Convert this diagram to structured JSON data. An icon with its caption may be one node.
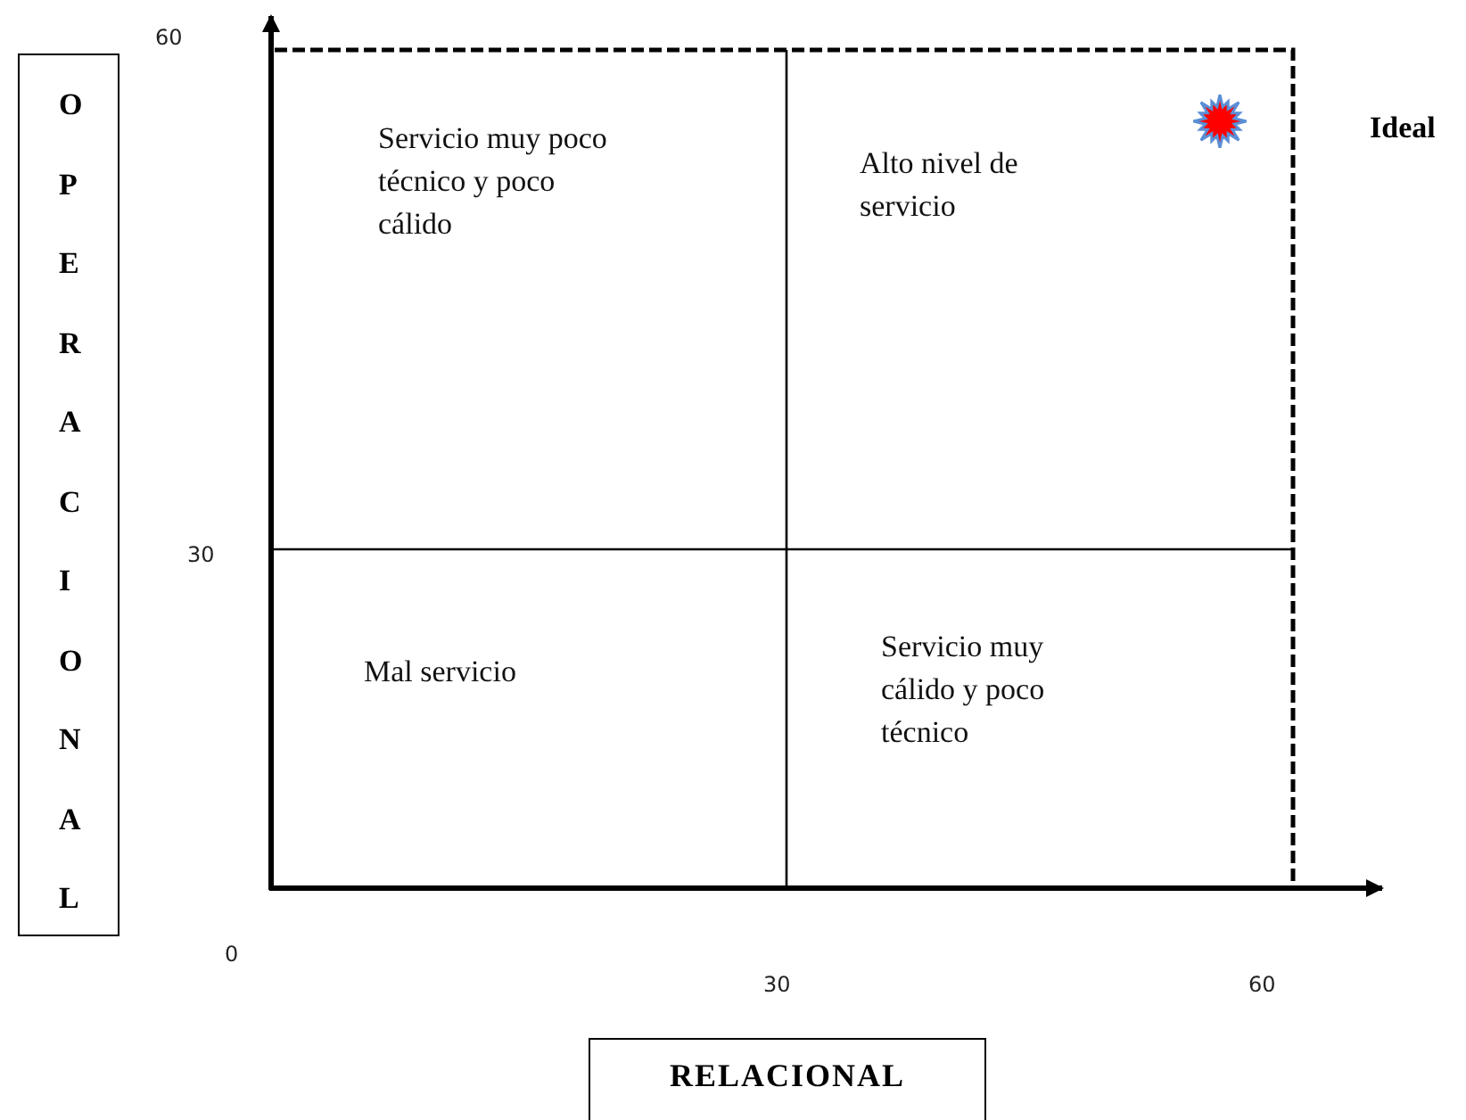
{
  "diagram": {
    "nodes": [
      {
        "text": [
          "OPERACIONAL"
        ]
      },
      {
        "text": [
          "Servicio  muy poco técnico y poco cálido"
        ]
      },
      {
        "text": [
          "Alto nivel de servicio"
        ]
      },
      {
        "text": [
          "Mal servicio"
        ]
      },
      {
        "text": [
          "Servicio muy cálido y poco técnico"
        ]
      },
      {
        "text": [],
        "shape": "star"
      },
      {
        "text": [
          "RELACIONAL"
        ]
      }
    ],
    "edges": [],
    "labels": [
      "60",
      "Ideal",
      "30",
      "0",
      "30",
      "60"
    ]
  }
}
